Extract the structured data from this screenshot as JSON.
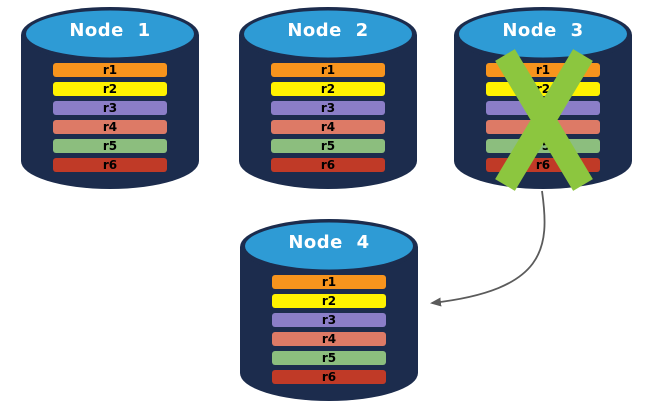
{
  "diagram": {
    "description": "Database replication diagram: record set copied to a new node after node failure",
    "colors": {
      "cylinder_body": "#1C2C4D",
      "cylinder_top": "#2E9BD5",
      "node_label_text": "#FFFFFF",
      "record_text": "#000000",
      "failure_x": "#8CC63F",
      "arrow": "#5B5B5B",
      "background": "#FFFFFF"
    },
    "nodes": [
      {
        "label": "Node 1",
        "failed": false,
        "records": [
          {
            "label": "r1",
            "color": "#F7941D"
          },
          {
            "label": "r2",
            "color": "#FFF200"
          },
          {
            "label": "r3",
            "color": "#8B7EC8"
          },
          {
            "label": "r4",
            "color": "#DD7A66"
          },
          {
            "label": "r5",
            "color": "#8CBE7E"
          },
          {
            "label": "r6",
            "color": "#C03A27"
          }
        ]
      },
      {
        "label": "Node 2",
        "failed": false,
        "records": [
          {
            "label": "r1",
            "color": "#F7941D"
          },
          {
            "label": "r2",
            "color": "#FFF200"
          },
          {
            "label": "r3",
            "color": "#8B7EC8"
          },
          {
            "label": "r4",
            "color": "#DD7A66"
          },
          {
            "label": "r5",
            "color": "#8CBE7E"
          },
          {
            "label": "r6",
            "color": "#C03A27"
          }
        ]
      },
      {
        "label": "Node 3",
        "failed": true,
        "records": [
          {
            "label": "r1",
            "color": "#F7941D"
          },
          {
            "label": "r2",
            "color": "#FFF200"
          },
          {
            "label": "r3",
            "color": "#8B7EC8"
          },
          {
            "label": "r4",
            "color": "#DD7A66"
          },
          {
            "label": "r5",
            "color": "#8CBE7E"
          },
          {
            "label": "r6",
            "color": "#C03A27"
          }
        ]
      },
      {
        "label": "Node 4",
        "failed": false,
        "records": [
          {
            "label": "r1",
            "color": "#F7941D"
          },
          {
            "label": "r2",
            "color": "#FFF200"
          },
          {
            "label": "r3",
            "color": "#8B7EC8"
          },
          {
            "label": "r4",
            "color": "#DD7A66"
          },
          {
            "label": "r5",
            "color": "#8CBE7E"
          },
          {
            "label": "r6",
            "color": "#C03A27"
          }
        ]
      }
    ],
    "arrow": {
      "from": "Node 3",
      "to": "Node 4"
    }
  }
}
